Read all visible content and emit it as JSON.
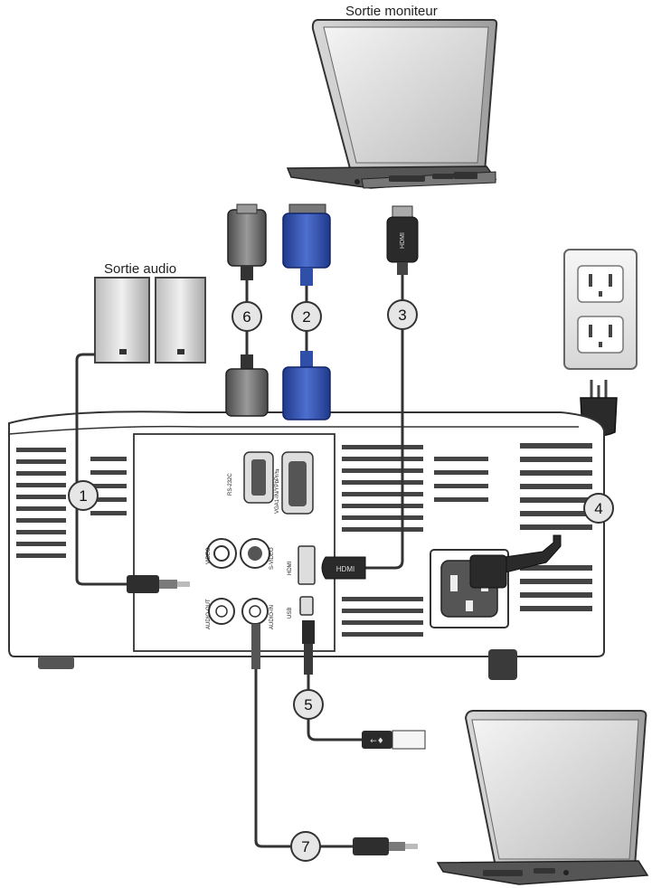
{
  "labels": {
    "monitor_out": "Sortie moniteur",
    "audio_out": "Sortie audio"
  },
  "callouts": [
    "1",
    "2",
    "3",
    "4",
    "5",
    "6",
    "7"
  ],
  "ports": {
    "rs232": "RS-232C",
    "vga": "VGA1-IN/YPbPr/⇆",
    "video": "VIDEO",
    "svideo": "S-VIDEO",
    "hdmi": "HDMI",
    "audio_out": "AUDIO-OUT",
    "audio_in": "AUDIO-IN",
    "usb": "USB"
  },
  "plug_text": {
    "hdmi": "HDMI",
    "usb": "←♦"
  },
  "colors": {
    "vga_blue": "#2f4fa8",
    "cable": "#333333",
    "projector_outline": "#333333",
    "callout_fill": "#e6e6e6"
  }
}
